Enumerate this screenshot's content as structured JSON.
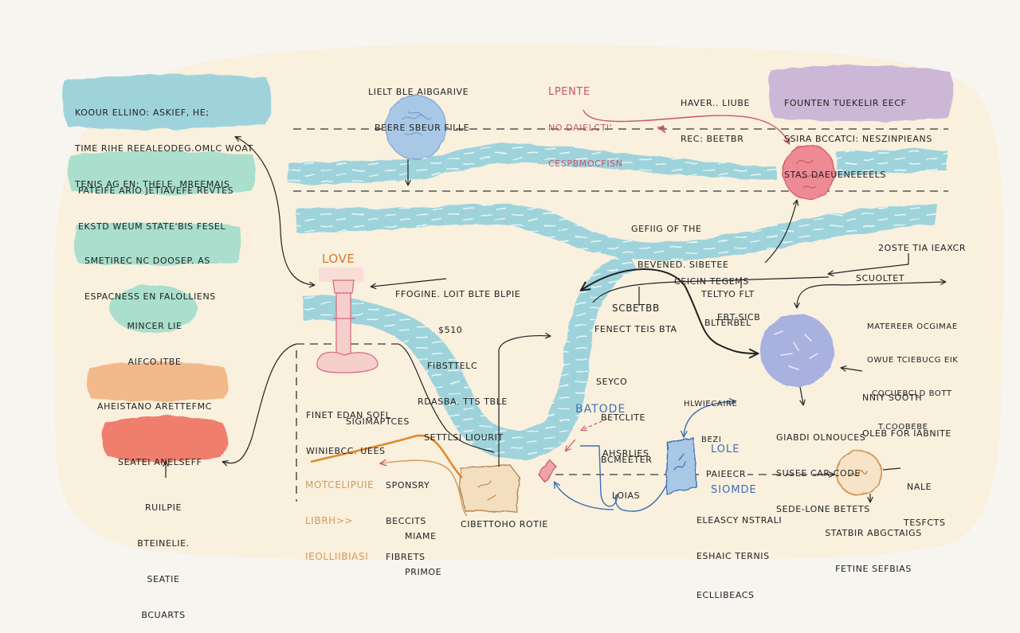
{
  "diagram": {
    "background": {
      "paper_color": "#f9f0de",
      "outer_color": "#f7f5f0"
    },
    "colors": {
      "teal": "#9fd3db",
      "mint": "#a9dfcc",
      "peach": "#f2b98a",
      "coral": "#ef7f6c",
      "lavender": "#cdb7d6",
      "blue_node": "#a8c8e6",
      "pink_node": "#ee8a94",
      "purple_node": "#a9b1de",
      "ink": "#222222",
      "red_ink": "#c9566a",
      "orange_ink": "#d77a2e",
      "blue_ink": "#3f6fb0"
    },
    "left_panel": {
      "blocks": [
        {
          "id": "teal-block",
          "lines": [
            "KOOUR ELLINO: ASKIEF, HE;",
            "TIME RIHE REEALEODEG.OMLC WOAT",
            "TENIS AG EN: THELE. MREEMAIS"
          ]
        },
        {
          "id": "mint-block-1",
          "lines": [
            "PATEIFE ARIO JETIAVEFE REVTES",
            "EKSTD WEUM STATE'BIS FESEL"
          ]
        },
        {
          "id": "mint-block-2",
          "lines": [
            "SMETIREC NC DOOSEP. AS",
            "ESPACNESS EN FALOLLIENS"
          ]
        },
        {
          "id": "mint-blob",
          "lines": [
            "MINCER LIE",
            "AIFCO.ITBE"
          ]
        },
        {
          "id": "peach-block",
          "lines": [
            "AHEISTANO ARETTEFMC"
          ]
        },
        {
          "id": "coral-block",
          "lines": [
            "SEATEI ANELSEFF"
          ]
        }
      ],
      "bottom_note": [
        "RUILPIE",
        "BTEINELIE.",
        "SEATIE",
        "BCUARTS"
      ]
    },
    "top_labels": {
      "blue_node_label": [
        "LIELT BLE AIBGARIVE",
        "BEERE SBEUR FILLE"
      ],
      "red_note": [
        "LPENTE",
        "NO DAIELCTI'",
        "CESPBMOCFISN"
      ],
      "haver_label": [
        "HAVER.. LIUBE",
        "REC: BEETBR"
      ],
      "lavender_block": [
        "FOUNTEN TUEKELIR EECF",
        "SSIRA BCCATCI: NESZINPIEANS",
        "STAS DAEUENEEEELS"
      ]
    },
    "middle_labels": {
      "river_caption": [
        "GEFIIG OF THE",
        "BEVENED. SIBETEE"
      ],
      "love_title": "LOVE",
      "love_note": [
        "FFOGINE. LOIT BLTE BLPIE",
        "$510",
        "FIBSTTELC",
        "RDASBA. TTS TBLE",
        "SETTLSI LIOURIT"
      ],
      "ceicin_label": [
        "CEICIN TEGEMS",
        "EBT-SICB"
      ],
      "teltyo_label": "TELTYO FLT",
      "scbetbb_label": "SCBETBB",
      "feneot_label": "FENECT TEIS BTA",
      "sygco_label": [
        "SEYCO",
        "BETCLITE",
        "AHSRLIES"
      ],
      "blterel_label": "BLTERBEL",
      "right_top_label": "2OSTE TIA IEAXCR",
      "scuoltet_label": "SCUOLTET",
      "materer_label": [
        "MATEREER OCGIMAE",
        "OWUE TCIEBUCG EIK",
        "COCUEBCLD BOTT",
        "T.COOBEBE"
      ],
      "nniy_label": [
        "NNIY SOOTH",
        "OLEB FOR IABNITE"
      ]
    },
    "bottom_labels": {
      "finet_label": [
        "FINET EDAN SOFL",
        "WINIEBCC. UEES"
      ],
      "sigmapters_label": "SIGIMAPTCES",
      "orange_label": [
        "MOTCELIPUIE",
        "LIBRH>>",
        "IEOLLIIBIASI"
      ],
      "sponsry_label": [
        "SPONSRY",
        "BECCITS",
        "FIBRETS"
      ],
      "miame_label": [
        "MIAME",
        "PRIMOE"
      ],
      "cibetto_label": "CIBETTOHO ROTIE",
      "batode_label": "BATODE",
      "bcmeter_label": [
        "BCMEETER",
        "LOIAS"
      ],
      "hlwecaire_label": [
        "HLWIECAIRE",
        "BEZI"
      ],
      "lole_label": [
        "LOLE",
        "SIOMDE"
      ],
      "paieecr_label": "PAIEECR",
      "elearsy_label": [
        "ELEASCY NSTRALI",
        "ESHAIC TERNIS",
        "ECLLIBEACS"
      ],
      "giabd_label": [
        "GIABDI OLNOUCES",
        "SUSEE CAR CODE",
        "SEDE-LONE BETETS"
      ],
      "nale_label": [
        "NALE",
        "TESFCTS"
      ],
      "statbir_label": [
        "STATBIR ABGCTAIGS",
        "FETINE SEFBIAS"
      ]
    }
  }
}
